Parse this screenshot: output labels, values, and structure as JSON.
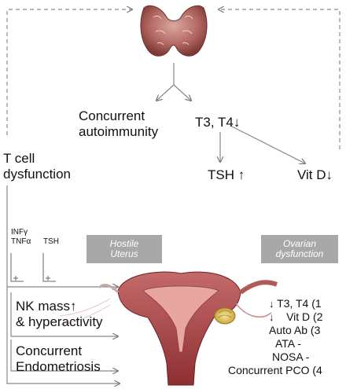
{
  "nodes": {
    "concurrent_autoimmunity": [
      "Concurrent",
      "autoimmunity"
    ],
    "t3_t4": "T3, T4",
    "tsh": "TSH",
    "vit_d": "Vit D",
    "t_cell": [
      "T cell",
      "dysfunction"
    ],
    "nk": [
      "NK mass",
      "& hyperactivity"
    ],
    "endometriosis": [
      "Concurrent",
      "Endometriosis"
    ]
  },
  "graph_labels": {
    "inf": "INFγ",
    "tnf": "TNFα",
    "tsh": "TSH"
  },
  "boxes": {
    "hostile": [
      "Hostile",
      "Uterus"
    ],
    "ovarian": [
      "Ovarian",
      "dysfunction"
    ]
  },
  "ovarian_list": [
    {
      "arrow": "↓",
      "text": "T3, T4 (1"
    },
    {
      "arrow": "↓",
      "text": "Vit D (2"
    },
    {
      "arrow": "",
      "text": "Auto Ab (3"
    },
    {
      "arrow": "",
      "text": "ATA -"
    },
    {
      "arrow": "",
      "text": "NOSA -"
    },
    {
      "arrow": "",
      "text": "Concurrent PCO (4"
    }
  ],
  "symbols": {
    "down": "↓",
    "up": "↑"
  }
}
